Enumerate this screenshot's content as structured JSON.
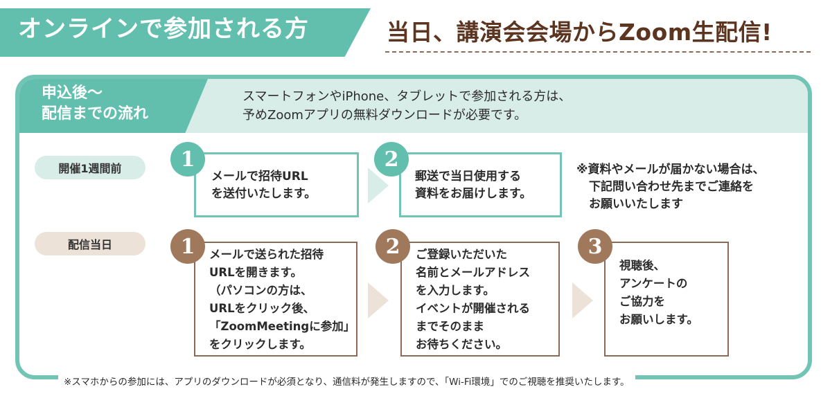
{
  "header": {
    "ribbon_text": "オンラインで参加される方",
    "title": "当日、講演会会場からZoom生配信!"
  },
  "panel": {
    "label_line1": "申込後〜",
    "label_line2": "配信までの流れ",
    "note_line1": "スマートフォンやiPhone、タブレットで参加される方は、",
    "note_line2": "予めZoomアプリの無料ダウンロードが必要です。"
  },
  "week_before": {
    "label": "開催1週間前",
    "step1": {
      "num": "1",
      "lines": [
        "メールで招待URL",
        "を送付いたします。"
      ]
    },
    "step2": {
      "num": "2",
      "lines": [
        "郵送で当日使用する",
        "資料をお届けします。"
      ]
    },
    "note_lines": [
      "※資料やメールが届かない場合は、",
      "下記問い合わせ先までご連絡を",
      "お願いいたします"
    ]
  },
  "event_day": {
    "label": "配信当日",
    "step1": {
      "num": "1",
      "lines": [
        "メールで送られた招待",
        "URLを開きます。",
        "（パソコンの方は、",
        "URLをクリック後、",
        "「ZoomMeetingに参加」",
        "をクリックします。"
      ]
    },
    "step2": {
      "num": "2",
      "lines": [
        "ご登録いただいた",
        "名前とメールアドレス",
        "を入力します。",
        "イベントが開催される",
        "までそのまま",
        "お待ちください。"
      ]
    },
    "step3": {
      "num": "3",
      "lines": [
        "視聴後、",
        "アンケートの",
        "ご協力を",
        "お願いします。"
      ]
    }
  },
  "footer_note": "※スマホからの参加には、アプリのダウンロードが必須となり、通信料が発生しますので、「Wi-Fi環境」でのご視聴を推奨いたします。",
  "colors": {
    "teal": "#62bfae",
    "light_teal": "#d8ede8",
    "brown": "#a0785c",
    "beige": "#ece2d8"
  }
}
